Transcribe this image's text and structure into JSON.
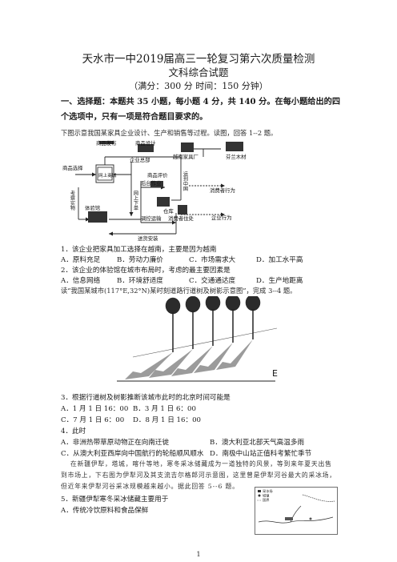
{
  "header": {
    "title": "天水市一中2019届高三一轮复习第六次质量检测",
    "subject": "文科综合试题",
    "meta": "（满分：300 分      时间：150 分钟）"
  },
  "section1": {
    "heading": "一、选择题：本题共 35 小题，每小题 4 分，共 140 分。在每小题给出的四个选项中，只有一项是符合题目要求的。"
  },
  "intro1": "下图示意我国某家具企业设计、生产和销售等过程。读图，回答 1--2 题。",
  "flow": {
    "product_launch": "商品发布",
    "product_design": "商品设计",
    "enterprise_hq": "企业总部",
    "vietnam_factory": "越南家具厂",
    "finland_wood": "芬兰木材",
    "product_select": "商品选择",
    "online_mall": "网上商城",
    "product_review": "商品评价",
    "ship_to_china": "运到中国",
    "consumer_behavior": "消费者行为",
    "backend_ops": "后台作业",
    "warehouse": "仓库",
    "online_order": "网上下单",
    "site_visit": "考察实物",
    "experience_store": "体验馆",
    "dispatch": "调控运输",
    "consumer_home": "消费者住处",
    "enterprise_behavior": "企业行为",
    "delivery_install": "送货安装"
  },
  "q1": {
    "stem": "1．该企业把家具加工选择在越南，主要是因为越南",
    "options": [
      "A．原料充足",
      "B．劳动力廉价",
      "C．市场需求大",
      "D．加工水平高"
    ]
  },
  "q2": {
    "stem": "2．该企业的体验馆在城市布局时，考虑的最主要因素是",
    "options": [
      "A．信息网络",
      "B．环境舒适度",
      "C．交通通达度",
      "D．生产地距离"
    ]
  },
  "intro2": "读“我国某城市(117°E,32°N)某时刻道路行道树及树影示意图”，完成 3--4 题。",
  "figure2": {
    "compass": "E"
  },
  "q3": {
    "stem": "3．根据行道树及树影推断该城市此时的北京时间可能是",
    "options": [
      "A．1 月 1 日 16：00",
      "B．3 月 1 日 6：00",
      "C．7 月 1 日 6：00",
      "D．8 月 1 日 16：00"
    ]
  },
  "q4": {
    "stem": "4．此时",
    "options": [
      "A．非洲热带草原动物正在向南迁徙",
      "B．澳大利亚北部天气高温多雨",
      "C．从澳大利亚西岸向中国航行的轮船顺风顺水",
      "D．南极中山站正值科考繁忙季节"
    ]
  },
  "intro3": {
    "line1": "在新疆伊犁，塔城，喀什等地，寒冬采冰储藏成为一道独特的风景，等到来年夏天出售",
    "line2": "到市场上，下右图为伊犁河及其支流吉尔格郎河示意图，这里曾是伊犁河谷最大的采冰场，",
    "line3": "但近年来伊犁河谷采冰规模越来越小。据此回答 5--6 题。"
  },
  "map": {
    "legend": [
      "采冰场",
      "城镇",
      "国界"
    ]
  },
  "q5": {
    "stem": "5．新疆伊犁寒冬采冰储藏主要用于",
    "options": [
      "A．传统冷饮原料和食品保鲜"
    ]
  },
  "page": {
    "number": "1"
  }
}
